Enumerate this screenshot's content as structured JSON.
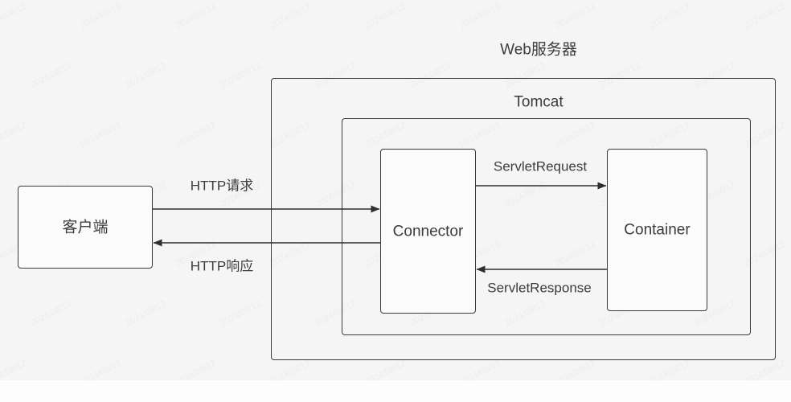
{
  "diagram": {
    "title_outer": "Web服务器",
    "title_inner": "Tomcat",
    "background_color": "#f5f5f5",
    "stroke_color": "#3a3a3a",
    "text_color": "#3c3c3c",
    "nodes": [
      {
        "id": "client",
        "label": "客户端"
      },
      {
        "id": "connector",
        "label": "Connector"
      },
      {
        "id": "container",
        "label": "Container"
      }
    ],
    "edges": [
      {
        "id": "http-request",
        "label": "HTTP请求",
        "from": "client",
        "to": "connector",
        "direction": "right"
      },
      {
        "id": "http-response",
        "label": "HTTP响应",
        "from": "connector",
        "to": "client",
        "direction": "left"
      },
      {
        "id": "servlet-request",
        "label": "ServletRequest",
        "from": "connector",
        "to": "container",
        "direction": "right"
      },
      {
        "id": "servlet-response",
        "label": "ServletResponse",
        "from": "container",
        "to": "connector",
        "direction": "left"
      }
    ],
    "watermark_text": "2024/08/12"
  }
}
